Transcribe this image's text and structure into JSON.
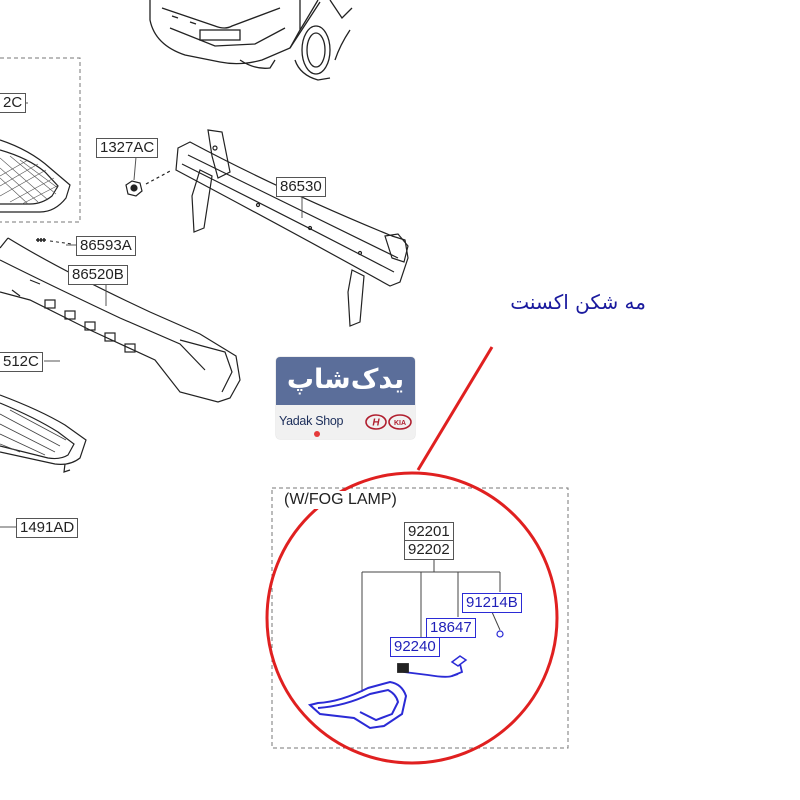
{
  "caption": "مه شکن اکسنت",
  "logo": {
    "persian_text": "یدک‌شاپ",
    "latin_text": "Yadak Shop"
  },
  "section_title": "(W/FOG LAMP)",
  "part_numbers": {
    "p_partial_12c_top": "2C",
    "p_1327ac": "1327AC",
    "p_86530": "86530",
    "p_86593a": "86593A",
    "p_86520b": "86520B",
    "p_partial_512c": "512C",
    "p_1491ad": "1491AD",
    "p_92201": "92201",
    "p_92202": "92202",
    "p_91214b": "91214B",
    "p_18647": "18647",
    "p_92240": "92240"
  },
  "colors": {
    "highlight_circle": "#e02020",
    "caption_text": "#1a1a9e",
    "fog_lamp_parts": "#2b2bd6",
    "logo_top": "#5b6e9a"
  }
}
